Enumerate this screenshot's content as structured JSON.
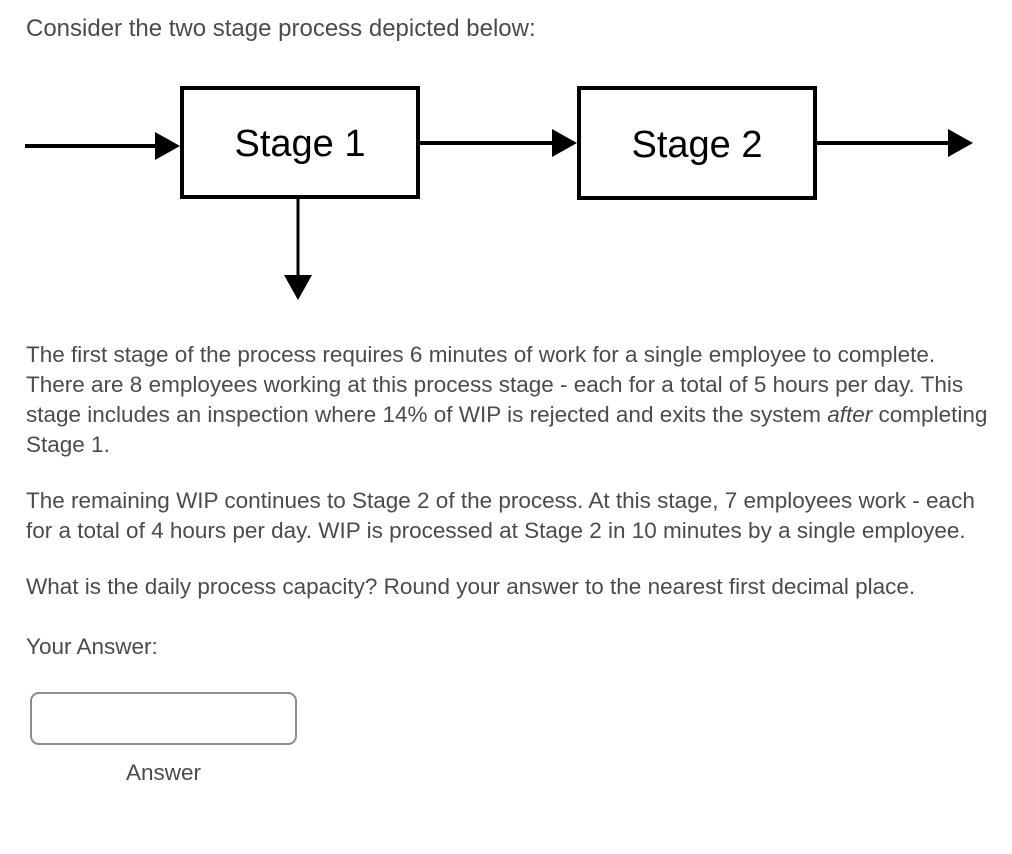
{
  "question": {
    "intro": "Consider the two stage process depicted below:",
    "p1_before": "The first stage of the process requires 6 minutes of work for a single employee to complete. There are 8 employees working at this process stage - each for a total of 5 hours per day. This stage includes an inspection where 14% of WIP is rejected and exits the system ",
    "p1_italic": "after",
    "p1_after": " completing Stage 1.",
    "p2": "The remaining WIP continues to Stage 2 of the process. At this stage, 7 employees work - each for a total of 4 hours per day. WIP is processed at Stage 2 in 10 minutes by a single employee.",
    "p3": "What is the daily process capacity? Round your answer to the nearest first decimal place."
  },
  "diagram": {
    "stage1_label": "Stage 1",
    "stage2_label": "Stage 2"
  },
  "answer": {
    "label": "Your Answer:",
    "value": "",
    "caption": "Answer"
  },
  "colors": {
    "text": "#494c4e",
    "diagram_stroke": "#000000",
    "input_border": "#898e92",
    "background": "#ffffff"
  }
}
